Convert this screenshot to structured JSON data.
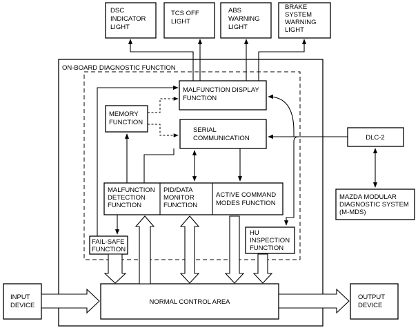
{
  "outer_label": "ON-BOARD DIAGNOSTIC FUNCTION",
  "indicators": {
    "dsc": [
      "DSC",
      "INDICATOR",
      "LIGHT"
    ],
    "tcs": [
      "TCS OFF",
      "LIGHT"
    ],
    "abs": [
      "ABS",
      "WARNING",
      "LIGHT"
    ],
    "brake": [
      "BRAKE",
      "SYSTEM",
      "WARNING",
      "LIGHT"
    ]
  },
  "boxes": {
    "malfunction_display": [
      "MALFUNCTION DISPLAY",
      "FUNCTION"
    ],
    "memory": [
      "MEMORY",
      "FUNCTION"
    ],
    "serial": [
      "SERIAL",
      "COMMUNICATION"
    ],
    "malfunction_detection": [
      "MALFUNCTION",
      "DETECTION",
      "FUNCTION"
    ],
    "pid": [
      "PID/DATA",
      "MONITOR",
      "FUNCTION"
    ],
    "active_command": [
      "ACTIVE COMMAND",
      "MODES FUNCTION"
    ],
    "fail_safe": [
      "FAIL-SAFE",
      "FUNCTION"
    ],
    "hu_inspection": [
      "HU",
      "INSPECTION",
      "FUNCTION"
    ],
    "normal_control": [
      "NORMAL CONTROL AREA"
    ],
    "input_device": [
      "INPUT",
      "DEVICE"
    ],
    "output_device": [
      "OUTPUT",
      "DEVICE"
    ],
    "dlc2": [
      "DLC-2"
    ],
    "mazda_mds": [
      "MAZDA MODULAR",
      "DIAGNOSTIC SYSTEM",
      "(M-MDS)"
    ]
  }
}
